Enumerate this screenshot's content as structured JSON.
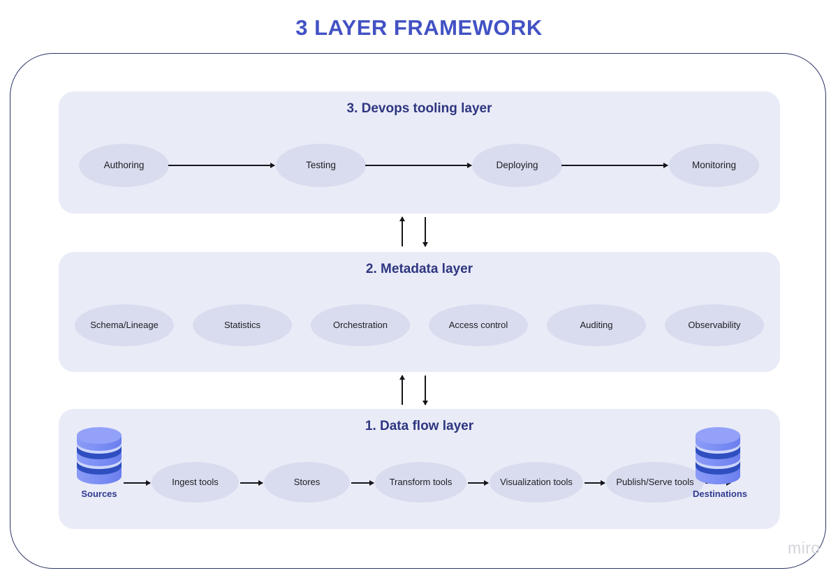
{
  "title": "3 LAYER FRAMEWORK",
  "watermark": "miro",
  "colors": {
    "title": "#4252c4",
    "heading": "#2e3680",
    "panel_bg": "#e9ebf7",
    "node_fill": "#d8dcee",
    "frame_border": "#2c3468",
    "arrow": "#15151a",
    "db_body": "#7d8ff5",
    "db_band": "#2f4fc0",
    "db_label": "#2f3a8f"
  },
  "layers": {
    "devops": {
      "heading": "3. Devops tooling layer",
      "nodes": [
        {
          "label": "Authoring"
        },
        {
          "label": "Testing"
        },
        {
          "label": "Deploying"
        },
        {
          "label": "Monitoring"
        }
      ]
    },
    "metadata": {
      "heading": "2. Metadata layer",
      "nodes": [
        {
          "label": "Schema/Lineage"
        },
        {
          "label": "Statistics"
        },
        {
          "label": "Orchestration"
        },
        {
          "label": "Access control"
        },
        {
          "label": "Auditing"
        },
        {
          "label": "Observability"
        }
      ]
    },
    "dataflow": {
      "heading": "1. Data flow layer",
      "source_label": "Sources",
      "destination_label": "Destinations",
      "nodes": [
        {
          "label": "Ingest tools"
        },
        {
          "label": "Stores"
        },
        {
          "label": "Transform tools"
        },
        {
          "label": "Visualization tools"
        },
        {
          "label": "Publish/Serve tools"
        }
      ]
    }
  },
  "icons": {
    "database_source": "database-cylinder-icon",
    "database_destination": "database-cylinder-icon",
    "arrow_up": "arrow-up-icon",
    "arrow_down": "arrow-down-icon",
    "arrow_right": "arrow-right-icon"
  }
}
